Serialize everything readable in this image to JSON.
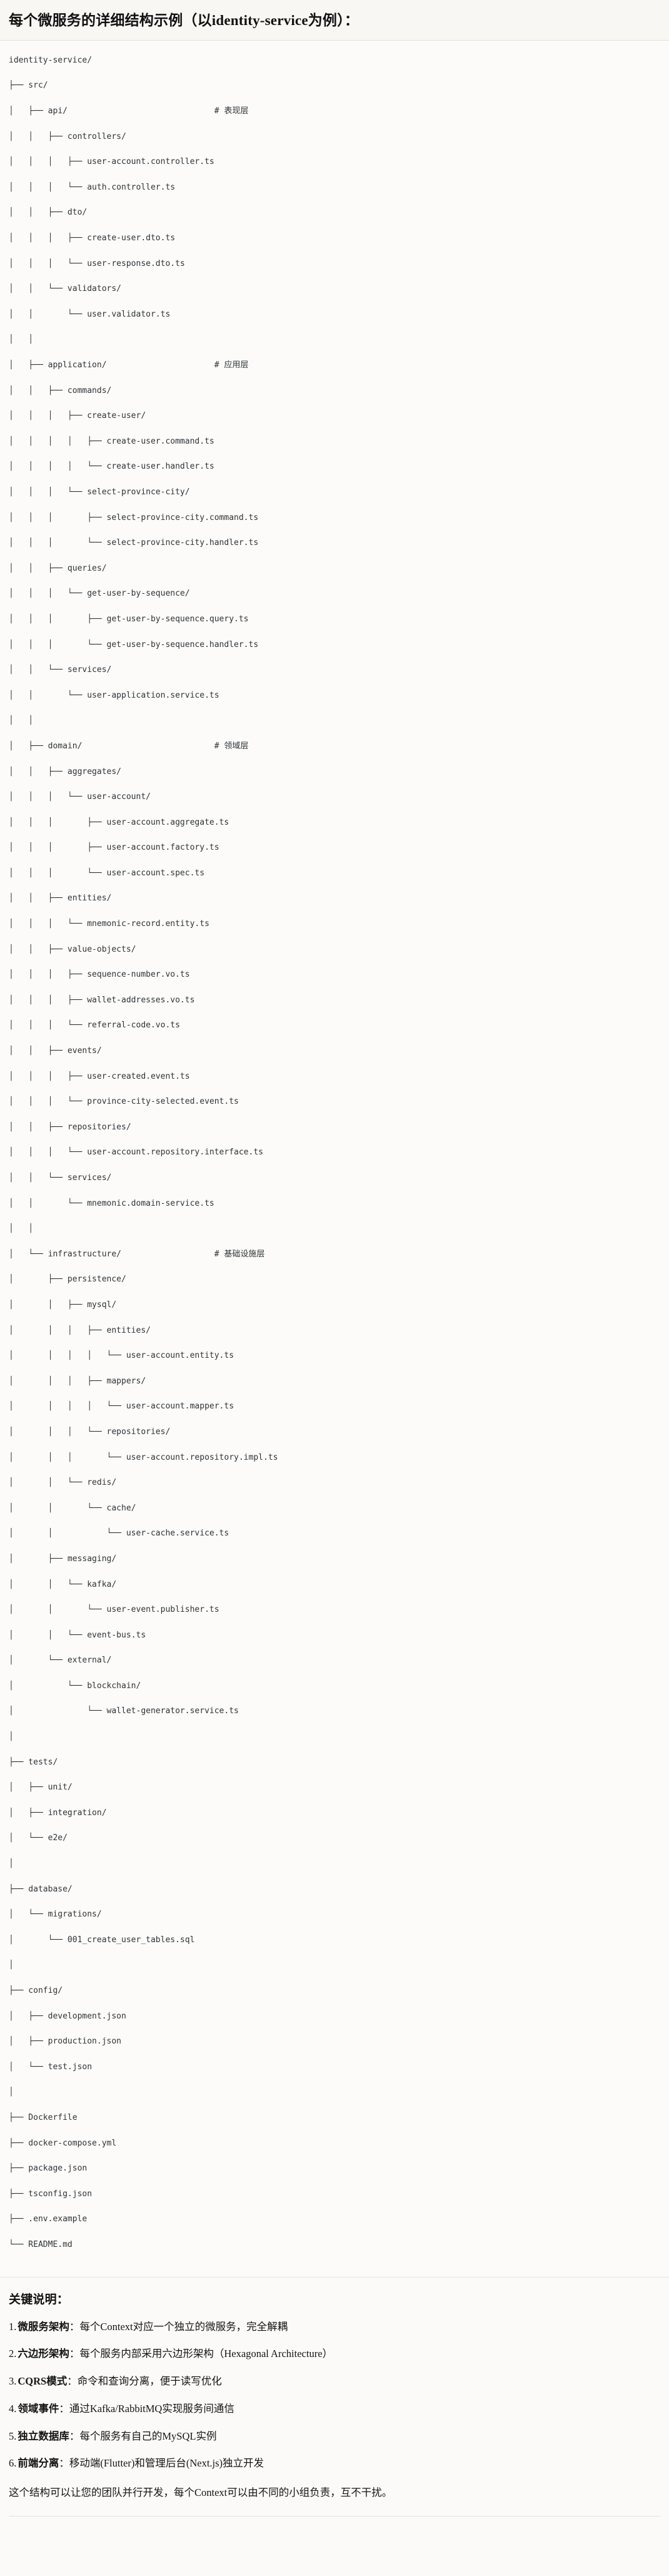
{
  "header": {
    "title": "每个微服务的详细结构示例（以identity-service为例）："
  },
  "tree": {
    "root": "identity-service/",
    "lines": [
      "identity-service/",
      "├── src/",
      "│   ├── api/                              # 表现层",
      "│   │   ├── controllers/",
      "│   │   │   ├── user-account.controller.ts",
      "│   │   │   └── auth.controller.ts",
      "│   │   ├── dto/",
      "│   │   │   ├── create-user.dto.ts",
      "│   │   │   └── user-response.dto.ts",
      "│   │   └── validators/",
      "│   │       └── user.validator.ts",
      "│   │",
      "│   ├── application/                      # 应用层",
      "│   │   ├── commands/",
      "│   │   │   ├── create-user/",
      "│   │   │   │   ├── create-user.command.ts",
      "│   │   │   │   └── create-user.handler.ts",
      "│   │   │   └── select-province-city/",
      "│   │   │       ├── select-province-city.command.ts",
      "│   │   │       └── select-province-city.handler.ts",
      "│   │   ├── queries/",
      "│   │   │   └── get-user-by-sequence/",
      "│   │   │       ├── get-user-by-sequence.query.ts",
      "│   │   │       └── get-user-by-sequence.handler.ts",
      "│   │   └── services/",
      "│   │       └── user-application.service.ts",
      "│   │",
      "│   ├── domain/                           # 领域层",
      "│   │   ├── aggregates/",
      "│   │   │   └── user-account/",
      "│   │   │       ├── user-account.aggregate.ts",
      "│   │   │       ├── user-account.factory.ts",
      "│   │   │       └── user-account.spec.ts",
      "│   │   ├── entities/",
      "│   │   │   └── mnemonic-record.entity.ts",
      "│   │   ├── value-objects/",
      "│   │   │   ├── sequence-number.vo.ts",
      "│   │   │   ├── wallet-addresses.vo.ts",
      "│   │   │   └── referral-code.vo.ts",
      "│   │   ├── events/",
      "│   │   │   ├── user-created.event.ts",
      "│   │   │   └── province-city-selected.event.ts",
      "│   │   ├── repositories/",
      "│   │   │   └── user-account.repository.interface.ts",
      "│   │   └── services/",
      "│   │       └── mnemonic.domain-service.ts",
      "│   │",
      "│   └── infrastructure/                   # 基础设施层",
      "│       ├── persistence/",
      "│       │   ├── mysql/",
      "│       │   │   ├── entities/",
      "│       │   │   │   └── user-account.entity.ts",
      "│       │   │   ├── mappers/",
      "│       │   │   │   └── user-account.mapper.ts",
      "│       │   │   └── repositories/",
      "│       │   │       └── user-account.repository.impl.ts",
      "│       │   └── redis/",
      "│       │       └── cache/",
      "│       │           └── user-cache.service.ts",
      "│       ├── messaging/",
      "│       │   └── kafka/",
      "│       │       └── user-event.publisher.ts",
      "│       │   └── event-bus.ts",
      "│       └── external/",
      "│           └── blockchain/",
      "│               └── wallet-generator.service.ts",
      "│",
      "├── tests/",
      "│   ├── unit/",
      "│   ├── integration/",
      "│   └── e2e/",
      "│",
      "├── database/",
      "│   └── migrations/",
      "│       └── 001_create_user_tables.sql",
      "│",
      "├── config/",
      "│   ├── development.json",
      "│   ├── production.json",
      "│   └── test.json",
      "│",
      "├── Dockerfile",
      "├── docker-compose.yml",
      "├── package.json",
      "├── tsconfig.json",
      "├── .env.example",
      "└── README.md"
    ],
    "layer_comments": [
      {
        "path": "src/api/",
        "comment": "# 表现层"
      },
      {
        "path": "src/application/",
        "comment": "# 应用层"
      },
      {
        "path": "src/domain/",
        "comment": "# 领域层"
      },
      {
        "path": "src/infrastructure/",
        "comment": "# 基础设施层"
      }
    ]
  },
  "notes": {
    "heading": "关键说明：",
    "items": [
      {
        "num": "1.",
        "term": "微服务架构",
        "sep": "：",
        "desc": "每个Context对应一个独立的微服务，完全解耦"
      },
      {
        "num": "2.",
        "term": "六边形架构",
        "sep": "：",
        "desc": "每个服务内部采用六边形架构（Hexagonal Architecture）"
      },
      {
        "num": "3.",
        "term": "CQRS模式",
        "sep": "：",
        "desc": "命令和查询分离，便于读写优化"
      },
      {
        "num": "4.",
        "term": "领域事件",
        "sep": "：",
        "desc": "通过Kafka/RabbitMQ实现服务间通信"
      },
      {
        "num": "5.",
        "term": "独立数据库",
        "sep": "：",
        "desc": "每个服务有自己的MySQL实例"
      },
      {
        "num": "6.",
        "term": "前端分离",
        "sep": "：",
        "desc": "移动端(Flutter)和管理后台(Next.js)独立开发"
      }
    ],
    "closing": "这个结构可以让您的团队并行开发，每个Context可以由不同的小组负责，互不干扰。"
  }
}
